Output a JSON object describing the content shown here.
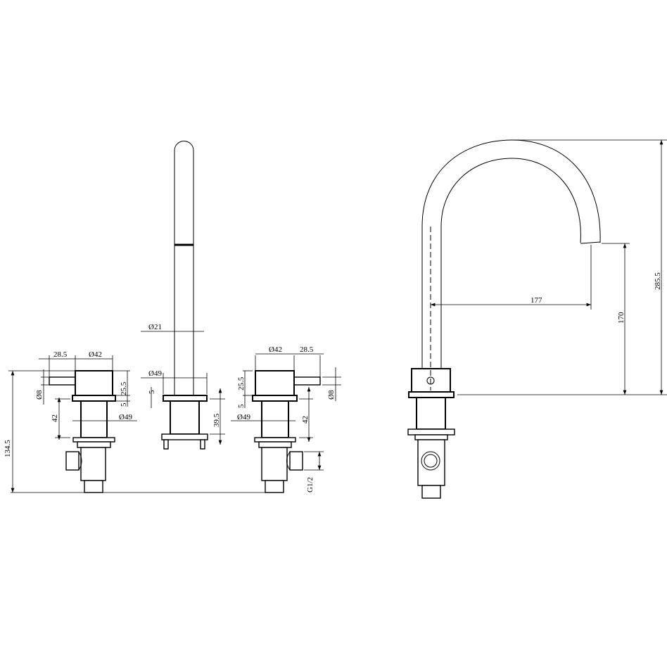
{
  "drawing": {
    "line_color": "#000000",
    "background": "#ffffff",
    "left_handle": {
      "lever_length": "28.5",
      "body_diameter": "Ø42",
      "lever_diameter": "Ø8",
      "body_height": "25.5",
      "flange_height": "5",
      "shank_length": "42",
      "flange_diameter": "Ø49",
      "overall_height": "134.5"
    },
    "spout_front": {
      "spout_diameter": "Ø21",
      "flange_diameter": "Ø49",
      "flange_height": "5",
      "base_height": "39.5"
    },
    "right_handle": {
      "body_diameter": "Ø42",
      "lever_length": "28.5",
      "body_height": "25.5",
      "flange_height": "5",
      "flange_diameter": "Ø49",
      "shank_length": "42",
      "lever_diameter": "Ø8",
      "thread": "G1/2"
    },
    "spout_side": {
      "reach": "177",
      "outlet_height": "170",
      "total_height": "285.5"
    }
  }
}
